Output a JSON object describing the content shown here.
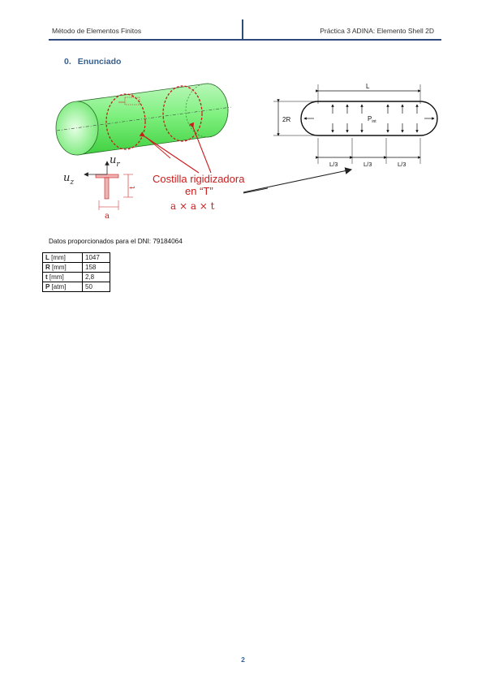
{
  "header": {
    "left": "Método de Elementos Finitos",
    "right": "Práctica 3 ADINA: Elemento Shell 2D"
  },
  "section": {
    "number": "0.",
    "title": "Enunciado"
  },
  "figure_left": {
    "rib_label_line1": "Costilla rigidizadora",
    "rib_label_line2": "en “T”",
    "rib_dims": "a × a × t",
    "axis_r": "u",
    "axis_r_sub": "r",
    "axis_z": "u",
    "axis_z_sub": "z",
    "dim_a": "a",
    "dim_t": "t"
  },
  "figure_right": {
    "label_L": "L",
    "label_2R": "2R",
    "label_P": "P",
    "label_P_sub": "int",
    "label_L3_1": "L/3",
    "label_L3_2": "L/3",
    "label_L3_3": "L/3"
  },
  "dni_text": "Datos proporcionados para el DNI: 79184064",
  "table": [
    {
      "sym": "L",
      "unit": " [mm]",
      "value": "1047"
    },
    {
      "sym": "R",
      "unit": " [mm]",
      "value": "158"
    },
    {
      "sym": "t",
      "unit": " [mm]",
      "value": "2,8"
    },
    {
      "sym": "P",
      "unit": " [atm]",
      "value": "50"
    }
  ],
  "page_number": "2",
  "colors": {
    "accent": "#365f91",
    "rule": "#2e4a7a",
    "tube": "#7ef07e",
    "annotation_red": "#cc1a1a"
  }
}
